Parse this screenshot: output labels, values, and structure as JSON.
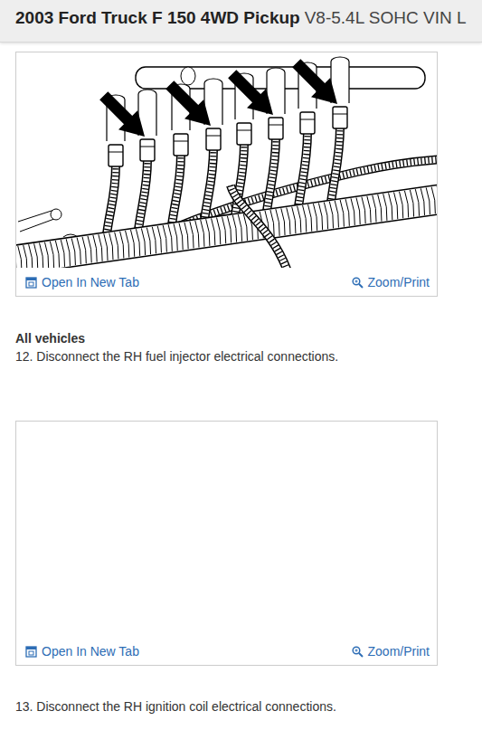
{
  "diagram": {
    "title": "2003 Ford Truck F 150 4WD Pickup",
    "nodes": [
      {
        "text": [
          "Open In New Tab",
          "Zoom/Print"
        ]
      },
      {
        "text": [
          "Open In New Tab",
          "Zoom/Print"
        ]
      }
    ],
    "labels": [
      "V8-5.4L SOHC VIN L",
      "All vehicles",
      "12. Disconnect the RH fuel injector electrical connections.",
      "13. Disconnect the RH ignition coil electrical connections."
    ]
  }
}
